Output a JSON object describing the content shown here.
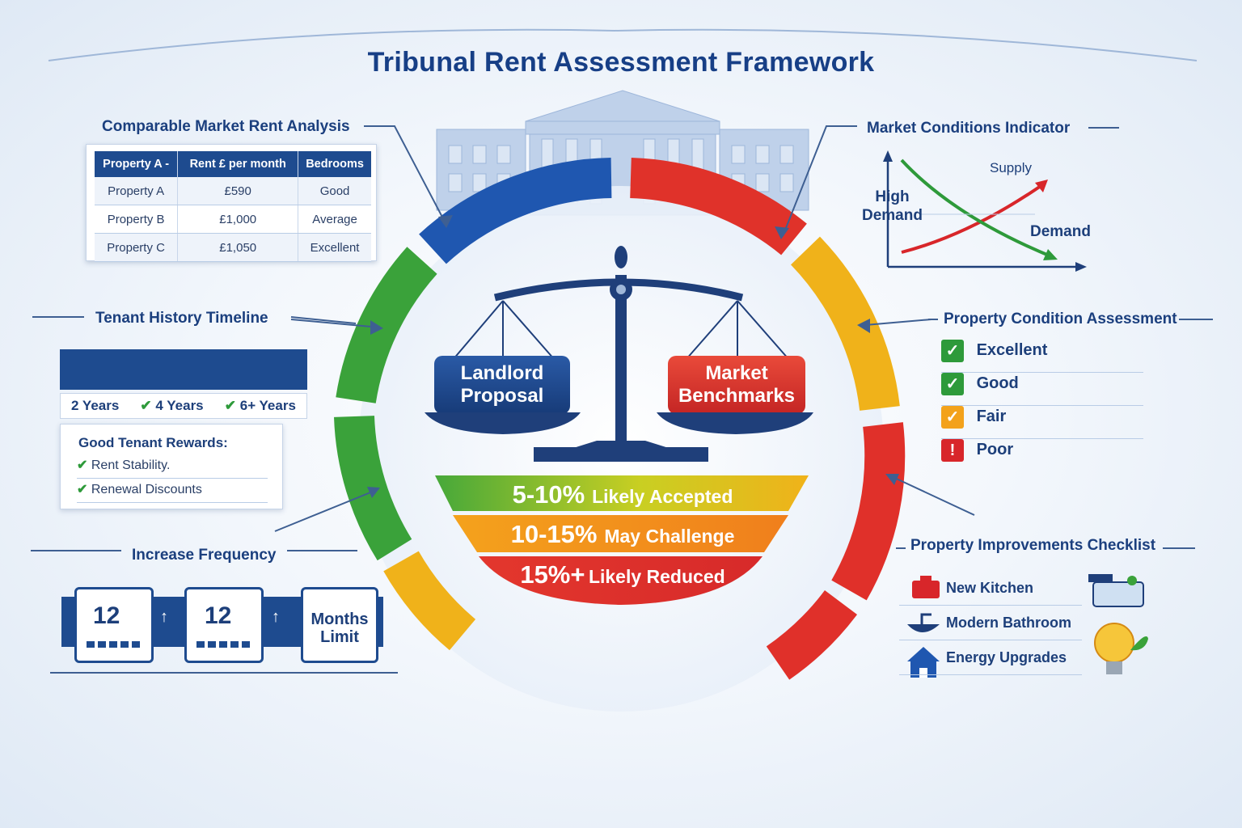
{
  "title": "Tribunal Rent Assessment Framework",
  "comparable": {
    "title": "Comparable Market Rent Analysis",
    "headers": [
      "Property A -",
      "Rent £ per month",
      "Bedrooms"
    ],
    "rows": [
      [
        "Property A",
        "£590",
        "Good"
      ],
      [
        "Property B",
        "£1,000",
        "Average"
      ],
      [
        "Property C",
        "£1,050",
        "Excellent"
      ]
    ]
  },
  "tenant": {
    "title": "Tenant History Timeline",
    "years": [
      "2 Years",
      "4 Years",
      "6+ Years"
    ],
    "rewards_title": "Good Tenant Rewards:",
    "rewards": [
      "Rent Stability.",
      "Renewal Discounts"
    ]
  },
  "frequency": {
    "title": "Increase Frequency",
    "cal1": "12",
    "cal2": "12",
    "limit_line1": "Months",
    "limit_line2": "Limit"
  },
  "scale": {
    "left": "Landlord Proposal",
    "right": "Market Benchmarks",
    "bands": [
      {
        "pct": "5-10%",
        "text": "Likely Accepted"
      },
      {
        "pct": "10-15%",
        "text": "May Challenge"
      },
      {
        "pct": "15%+",
        "text": "Likely Reduced"
      }
    ]
  },
  "market": {
    "title": "Market Conditions Indicator",
    "ylabel_line1": "High",
    "ylabel_line2": "Demand",
    "supply": "Supply",
    "demand": "Demand"
  },
  "condition": {
    "title": "Property Condition Assessment",
    "items": [
      {
        "label": "Excellent",
        "color": "#2e9a3a",
        "icon": "check-icon"
      },
      {
        "label": "Good",
        "color": "#2e9a3a",
        "icon": "check-icon"
      },
      {
        "label": "Fair",
        "color": "#f3a21b",
        "icon": "check-icon"
      },
      {
        "label": "Poor",
        "color": "#d8262a",
        "icon": "exclamation-icon"
      }
    ]
  },
  "improvements": {
    "title": "Property Improvements Checklist",
    "items": [
      "New Kitchen",
      "Modern Bathroom",
      "Energy Upgrades"
    ]
  },
  "colors": {
    "navy": "#1e4b8f",
    "green": "#3aa23a",
    "yellow": "#f0b21a",
    "orange": "#f28c1c",
    "red": "#e0302a"
  }
}
